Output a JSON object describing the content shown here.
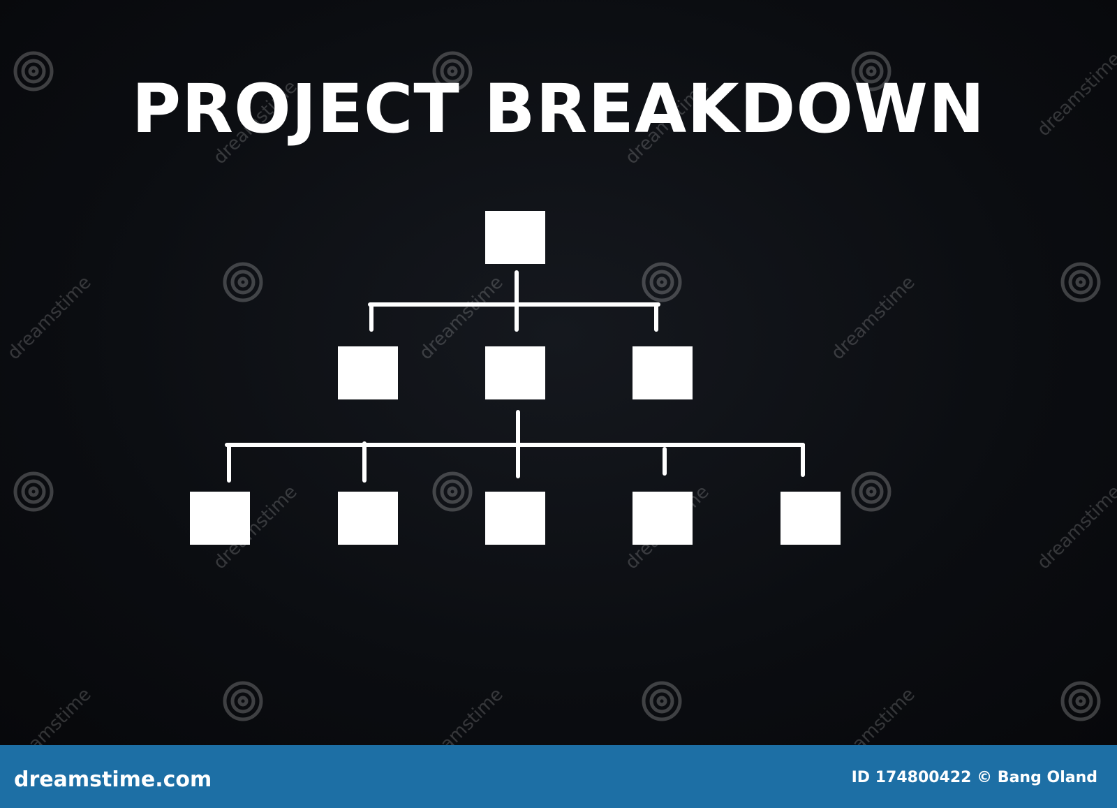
{
  "title": "PROJECT BREAKDOWN",
  "diagram": {
    "type": "hierarchy",
    "levels": [
      1,
      3,
      5
    ],
    "node_color": "#ffffff",
    "line_color": "#ffffff"
  },
  "watermark": {
    "text": "dreamstime",
    "logo_icon": "spiral-logo-icon"
  },
  "footer": {
    "brand": "dreamstime.com",
    "credit": "ID 174800422 © Bang Oland",
    "background": "#1d6fa5"
  },
  "colors": {
    "background": "#0a0c10",
    "text": "#ffffff"
  }
}
